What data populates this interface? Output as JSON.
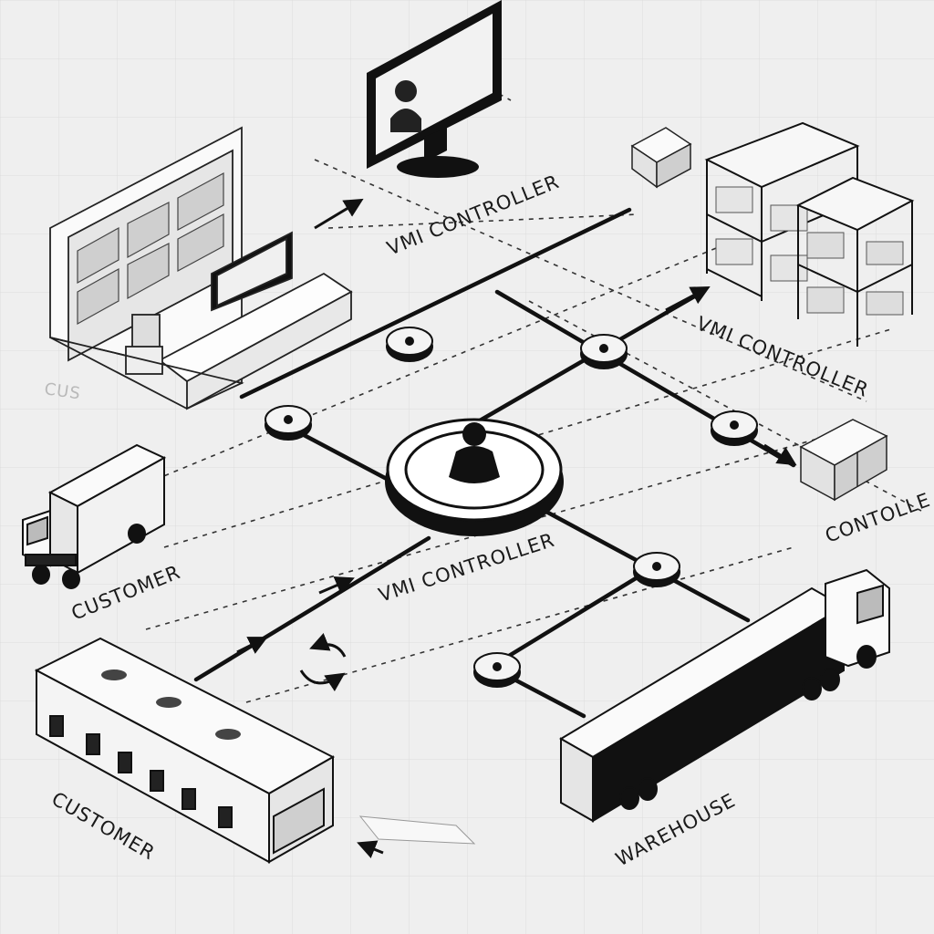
{
  "labels": {
    "vmi_top": "VMI CONTROLLER",
    "vmi_right": "VMI CONTROLLER",
    "vmi_center": "VMI CONTROLLER",
    "controller_right": "CONTOLLE",
    "customer_faint": "CUS",
    "customer_truck": "CUSTOMER",
    "customer_building": "CUSTOMER",
    "warehouse": "WAREHOUSE"
  },
  "icons": {
    "central_hub": "person-icon",
    "monitor": "monitor-icon",
    "control_room": "control-room-icon",
    "shelving": "warehouse-shelving-icon",
    "box_stack": "box-stack-icon",
    "small_truck": "delivery-truck-icon",
    "semi_truck": "semi-truck-icon",
    "building": "warehouse-building-icon",
    "cycle_arrow": "cycle-arrow-icon"
  },
  "colors": {
    "background": "#efefef",
    "ink": "#111111",
    "paper": "#ffffff"
  }
}
